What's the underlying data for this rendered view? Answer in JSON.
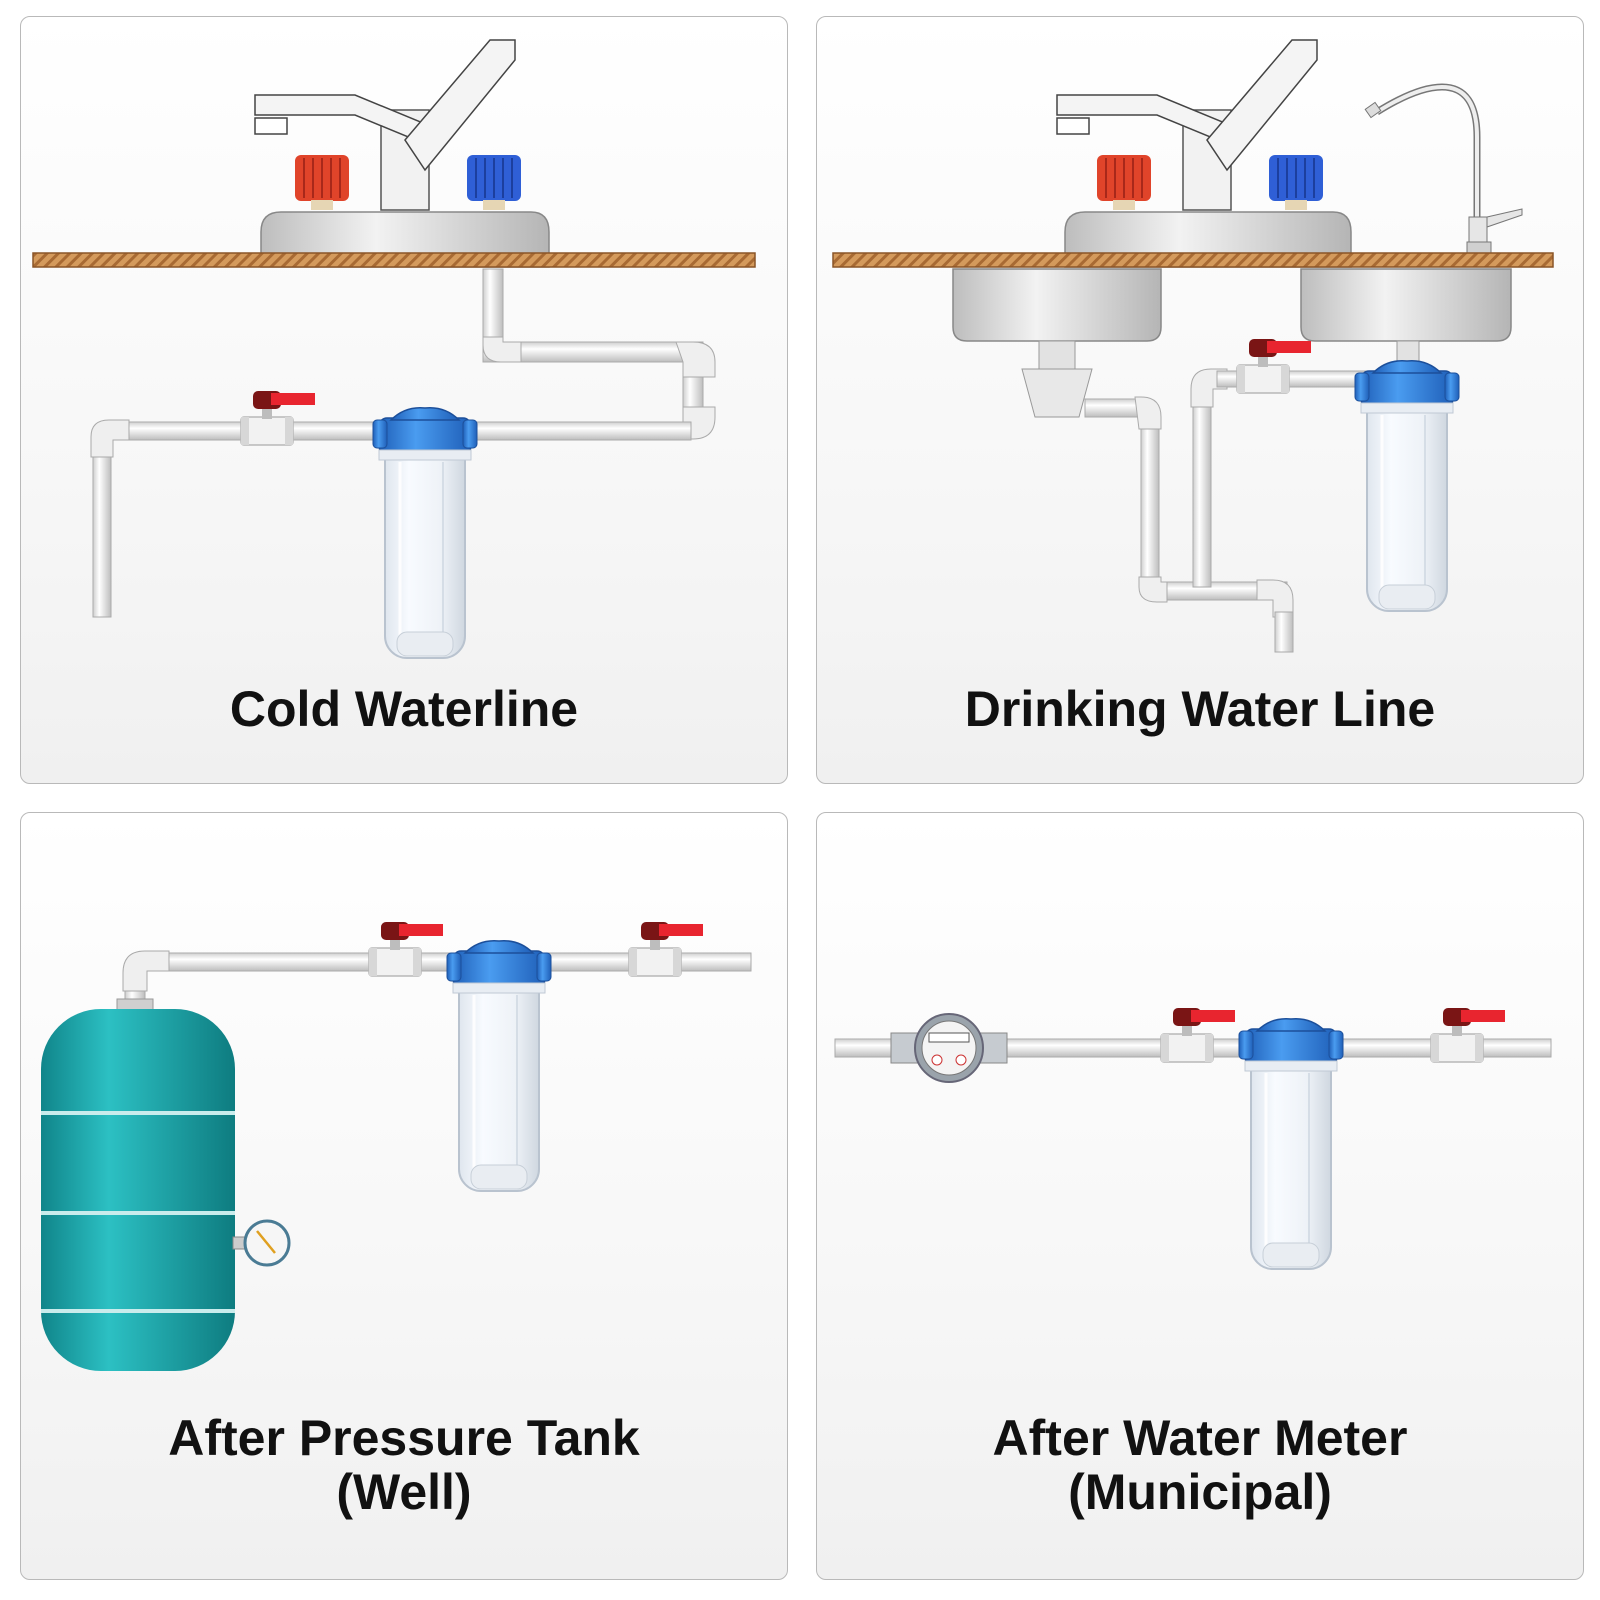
{
  "panels": [
    {
      "id": "cold-waterline",
      "caption": [
        "Cold Waterline"
      ]
    },
    {
      "id": "drinking-water-line",
      "caption": [
        "Drinking Water Line"
      ]
    },
    {
      "id": "after-pressure-tank",
      "caption": [
        "After Pressure Tank",
        "(Well)"
      ]
    },
    {
      "id": "after-water-meter",
      "caption": [
        "After Water Meter",
        "(Municipal)"
      ]
    }
  ],
  "colors": {
    "filter_cap": "#2f7fd6",
    "hot_knob": "#e0442a",
    "cold_knob": "#2f5fd6",
    "valve_handle": "#e8252f",
    "pressure_tank": "#1aa5a8",
    "countertop": "#c98a4b",
    "pipe": "#e6e6e6"
  },
  "icons": [
    "faucet-icon",
    "filter-housing-icon",
    "ball-valve-icon",
    "pressure-tank-icon",
    "water-meter-icon",
    "pressure-gauge-icon"
  ]
}
